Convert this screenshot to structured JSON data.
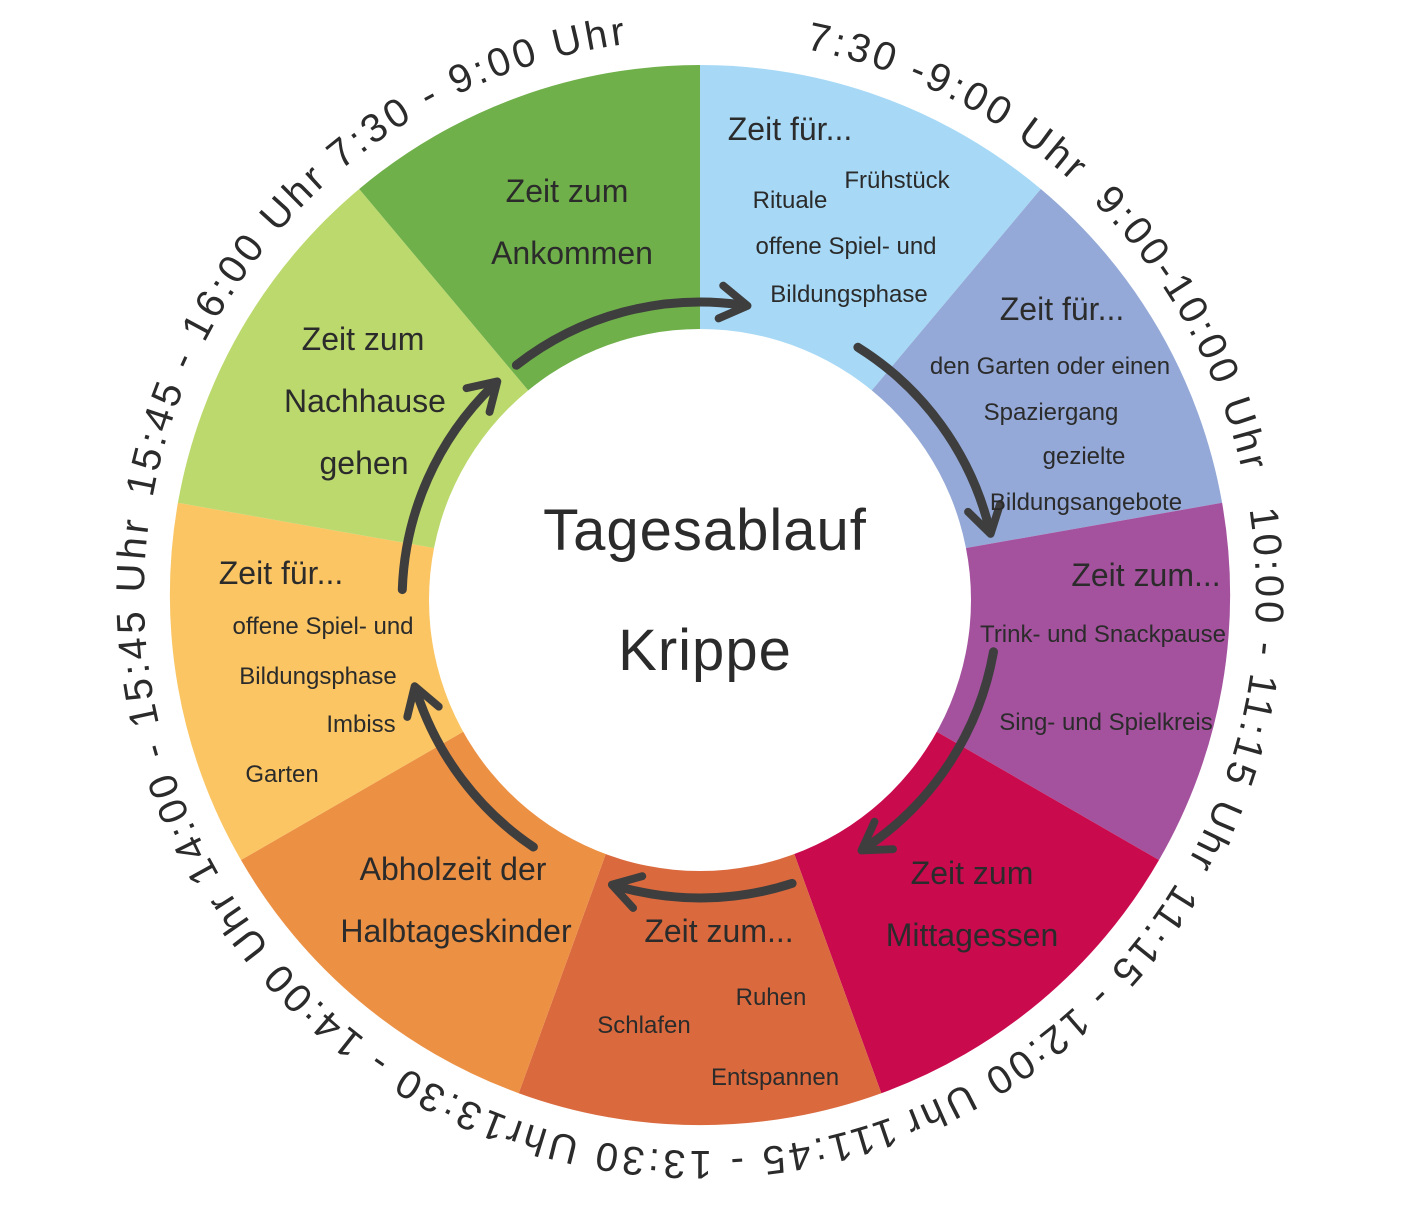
{
  "diagram": {
    "center_title_line1": "Tagesablauf",
    "center_title_line2": "Krippe"
  },
  "colors": {
    "text": "#2b2b2b",
    "arrow": "#3e3e3e",
    "background": "#ffffff"
  },
  "segments": [
    {
      "name": "freispiel-morgen",
      "time": "7:30 -9:00 Uhr",
      "color": "#a7d9f6",
      "title": "Zeit für...",
      "items": [
        "Rituale",
        "Frühstück",
        "offene Spiel- und",
        "Bildungsphase"
      ]
    },
    {
      "name": "garten-spaziergang",
      "time": "9:00-10:00 Uhr",
      "color": "#94a9d7",
      "title": "Zeit für...",
      "items": [
        "den Garten oder einen",
        "Spaziergang",
        "gezielte",
        "Bildungsangebote"
      ]
    },
    {
      "name": "snack-singkreis",
      "time": "10:00 - 11:15 Uhr",
      "color": "#a4529e",
      "title": "Zeit zum...",
      "items": [
        "Trink- und Snackpause",
        "Sing- und Spielkreis"
      ]
    },
    {
      "name": "mittagessen",
      "time": "11:15 - 12:00 Uhr",
      "color": "#c90b4e",
      "title": "Zeit zum",
      "title_line2": "Mittagessen",
      "items": []
    },
    {
      "name": "schlafen-ruhen",
      "time": "111:45 - 13:30 Uhr",
      "color": "#da6a3e",
      "title": "Zeit zum...",
      "items": [
        "Ruhen",
        "Schlafen",
        "Entspannen"
      ]
    },
    {
      "name": "abholzeit",
      "time": "13:30 - 14:00 Uhr",
      "color": "#ec9044",
      "title": "Abholzeit der",
      "title_line2": "Halbtageskinder",
      "items": []
    },
    {
      "name": "freispiel-nachmittag",
      "time": "14:00 - 15:45 Uhr",
      "color": "#fac562",
      "title": "Zeit für...",
      "items": [
        "offene Spiel- und",
        "Bildungsphase",
        "Imbiss",
        "Garten"
      ]
    },
    {
      "name": "nachhause-gehen",
      "time": "15:45 - 16:00 Uhr",
      "color": "#bcd96d",
      "title": "Zeit zum",
      "title_line2": "Nachhause",
      "title_line3": "gehen",
      "items": []
    },
    {
      "name": "ankommen",
      "time": "7:30 - 9:00 Uhr",
      "color": "#70b04a",
      "title": "Zeit zum",
      "title_line2": "Ankommen",
      "items": []
    }
  ]
}
